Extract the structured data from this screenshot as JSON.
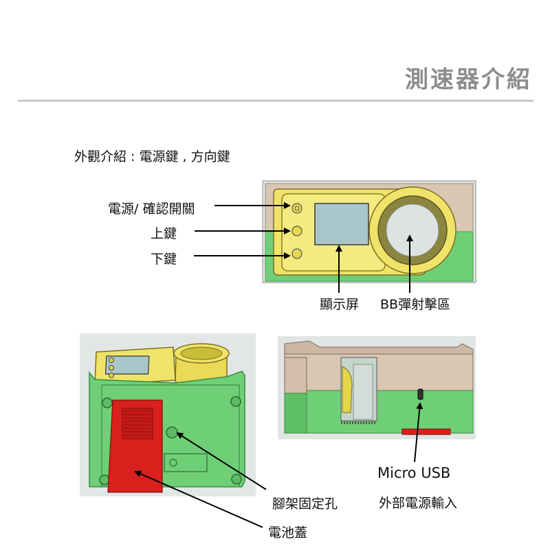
{
  "header": {
    "title": "測速器介紹"
  },
  "section": {
    "heading": "外觀介紹 : 電源鍵 , 方向鍵"
  },
  "front_view": {
    "labels": {
      "power_confirm": "電源/ 確認開關",
      "up_key": "上鍵",
      "down_key": "下鍵",
      "display": "顯示屏",
      "bb_area": "BB彈射擊區"
    }
  },
  "bottom_view": {
    "labels": {
      "tripod_hole": "腳架固定孔",
      "battery_cover": "電池蓋"
    }
  },
  "side_view": {
    "labels": {
      "usb_name": "Micro USB",
      "usb_desc": "外部電源輸入"
    }
  },
  "colors": {
    "device_yellow": "#f0e36a",
    "device_green": "#6fcf76",
    "device_tan": "#d9c6b3",
    "screen": "#a9c7cb",
    "battery_red": "#d8211c",
    "title_gray": "#8c8c8c"
  }
}
